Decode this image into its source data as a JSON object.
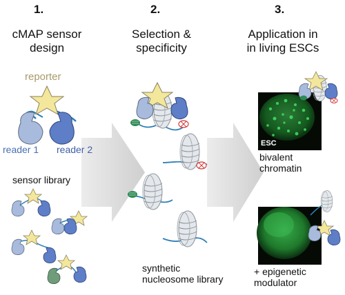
{
  "steps": [
    {
      "number": "1.",
      "title_line1": "cMAP sensor",
      "title_line2": "design"
    },
    {
      "number": "2.",
      "title_line1": "Selection &",
      "title_line2": "specificity"
    },
    {
      "number": "3.",
      "title_line1": "Application in",
      "title_line2": "in living ESCs"
    }
  ],
  "panel1": {
    "reporter_label": "reporter",
    "reader1_label": "reader 1",
    "reader2_label": "reader 2",
    "library_label": "sensor library"
  },
  "panel2": {
    "library_label_line1": "synthetic",
    "library_label_line2": "nucleosome library"
  },
  "panel3": {
    "image_tag": "ESC",
    "chromatin_label_line1": "bivalent",
    "chromatin_label_line2": "chromatin",
    "modulator_label_line1": "+ epigenetic",
    "modulator_label_line2": "modulator"
  },
  "colors": {
    "reporter_star": "#f3e79b",
    "reporter_text": "#a89a6a",
    "reader1": "#a9bbdc",
    "reader2": "#5e7fc7",
    "reader_green": "#6f9c7a",
    "nucleosome": "#dfe4e8",
    "dna": "#2e7fb6",
    "mark_green": "#2e8b57",
    "mark_red": "#d23a3a",
    "arrow": "#d4d4d4",
    "microscopy_bg": "#050a05",
    "microscopy_green": "#3fd65a"
  }
}
